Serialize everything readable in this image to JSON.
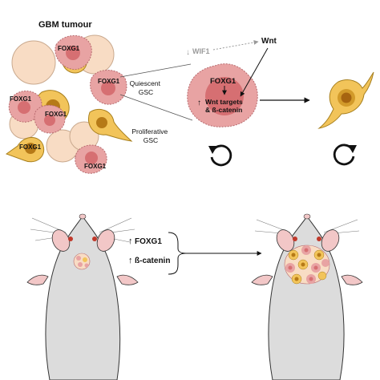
{
  "top_panel": {
    "title": "GBM tumour",
    "cell_marker": "FOXG1",
    "quiescent_label": [
      "Quiescent",
      "GSC"
    ],
    "proliferative_label": [
      "Proliferative",
      "GSC"
    ],
    "wif1_arrow": "↓",
    "wif1_label": "WIF1",
    "wnt_label": "Wnt",
    "enlarged_cell": {
      "marker": "FOXG1",
      "up_arrow": "↑",
      "line1": "Wnt targets",
      "line2": "& ß-catenin"
    }
  },
  "bottom_panel": {
    "up_arrow": "↑",
    "factor1": "FOXG1",
    "factor2": "ß-catenin"
  },
  "colors": {
    "pink_cell": "#e8a3a3",
    "pink_nucleus": "#d66f72",
    "peach_cell": "#f8dcc4",
    "yellow_cell": "#f2c45a",
    "yellow_nucleus": "#b67a17",
    "mouse_fur": "#dcdcdc",
    "mouse_ear": "#f2c7c7"
  },
  "icons": [
    "cycle-arrow-icon",
    "mouse-illustration"
  ]
}
